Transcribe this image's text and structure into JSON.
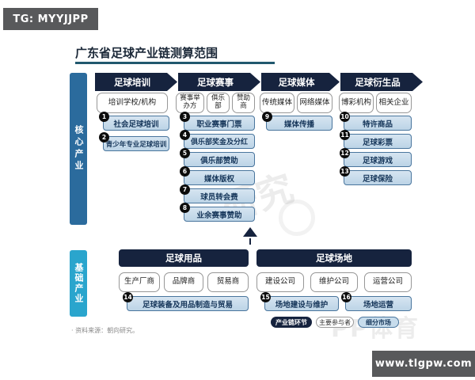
{
  "badges": {
    "tg": "TG: MYYJJPP",
    "url": "www.tlgpw.com"
  },
  "title": "广东省足球产业链测算范围",
  "source": "· 资料来源：朝向研究。",
  "watermarks": {
    "center": "研究",
    "bottom": "PP体育"
  },
  "legend": {
    "chain": "产业链环节",
    "participant": "主要参与者",
    "segment": "细分市场"
  },
  "colors": {
    "header_navy": "#16233e",
    "core_sidebar_blue": "#2b6b9d",
    "base_sidebar_cyan": "#2aa5cd",
    "segment_fill": "#c3d8e8",
    "segment_border": "#49759d",
    "title_underline": "#21586e",
    "badge_gray": "#58595b"
  },
  "core": {
    "sidebar": "核心产业",
    "columns": [
      {
        "header": "足球培训",
        "participants": [
          "培训学校/机构"
        ],
        "segments": [
          {
            "num": "1",
            "label": "社会足球培训"
          },
          {
            "num": "2",
            "label": "青少年专业足球培训"
          }
        ]
      },
      {
        "header": "足球赛事",
        "participants": [
          "赛事举办方",
          "俱乐部",
          "赞助商"
        ],
        "segments": [
          {
            "num": "3",
            "label": "职业赛事门票"
          },
          {
            "num": "4",
            "label": "俱乐部奖金及分红"
          },
          {
            "num": "5",
            "label": "俱乐部赞助"
          },
          {
            "num": "6",
            "label": "媒体版权"
          },
          {
            "num": "7",
            "label": "球员转会费"
          },
          {
            "num": "8",
            "label": "业余赛事赞助"
          }
        ]
      },
      {
        "header": "足球媒体",
        "participants": [
          "传统媒体",
          "网络媒体"
        ],
        "segments": [
          {
            "num": "9",
            "label": "媒体传播"
          }
        ]
      },
      {
        "header": "足球衍生品",
        "participants": [
          "博彩机构",
          "相关企业"
        ],
        "segments": [
          {
            "num": "10",
            "label": "特许商品"
          },
          {
            "num": "11",
            "label": "足球彩票"
          },
          {
            "num": "12",
            "label": "足球游戏"
          },
          {
            "num": "13",
            "label": "足球保险"
          }
        ]
      }
    ]
  },
  "base": {
    "sidebar": "基础产业",
    "groups": [
      {
        "header": "足球用品",
        "participants": [
          "生产厂商",
          "品牌商",
          "贸易商"
        ],
        "segments": [
          {
            "num": "14",
            "label": "足球装备及用品制造与贸易"
          }
        ]
      },
      {
        "header": "足球场地",
        "participants": [
          "建设公司",
          "维护公司",
          "运营公司"
        ],
        "segments": [
          {
            "num": "15",
            "label": "场地建设与维护"
          },
          {
            "num": "16",
            "label": "场地运营"
          }
        ]
      }
    ]
  }
}
